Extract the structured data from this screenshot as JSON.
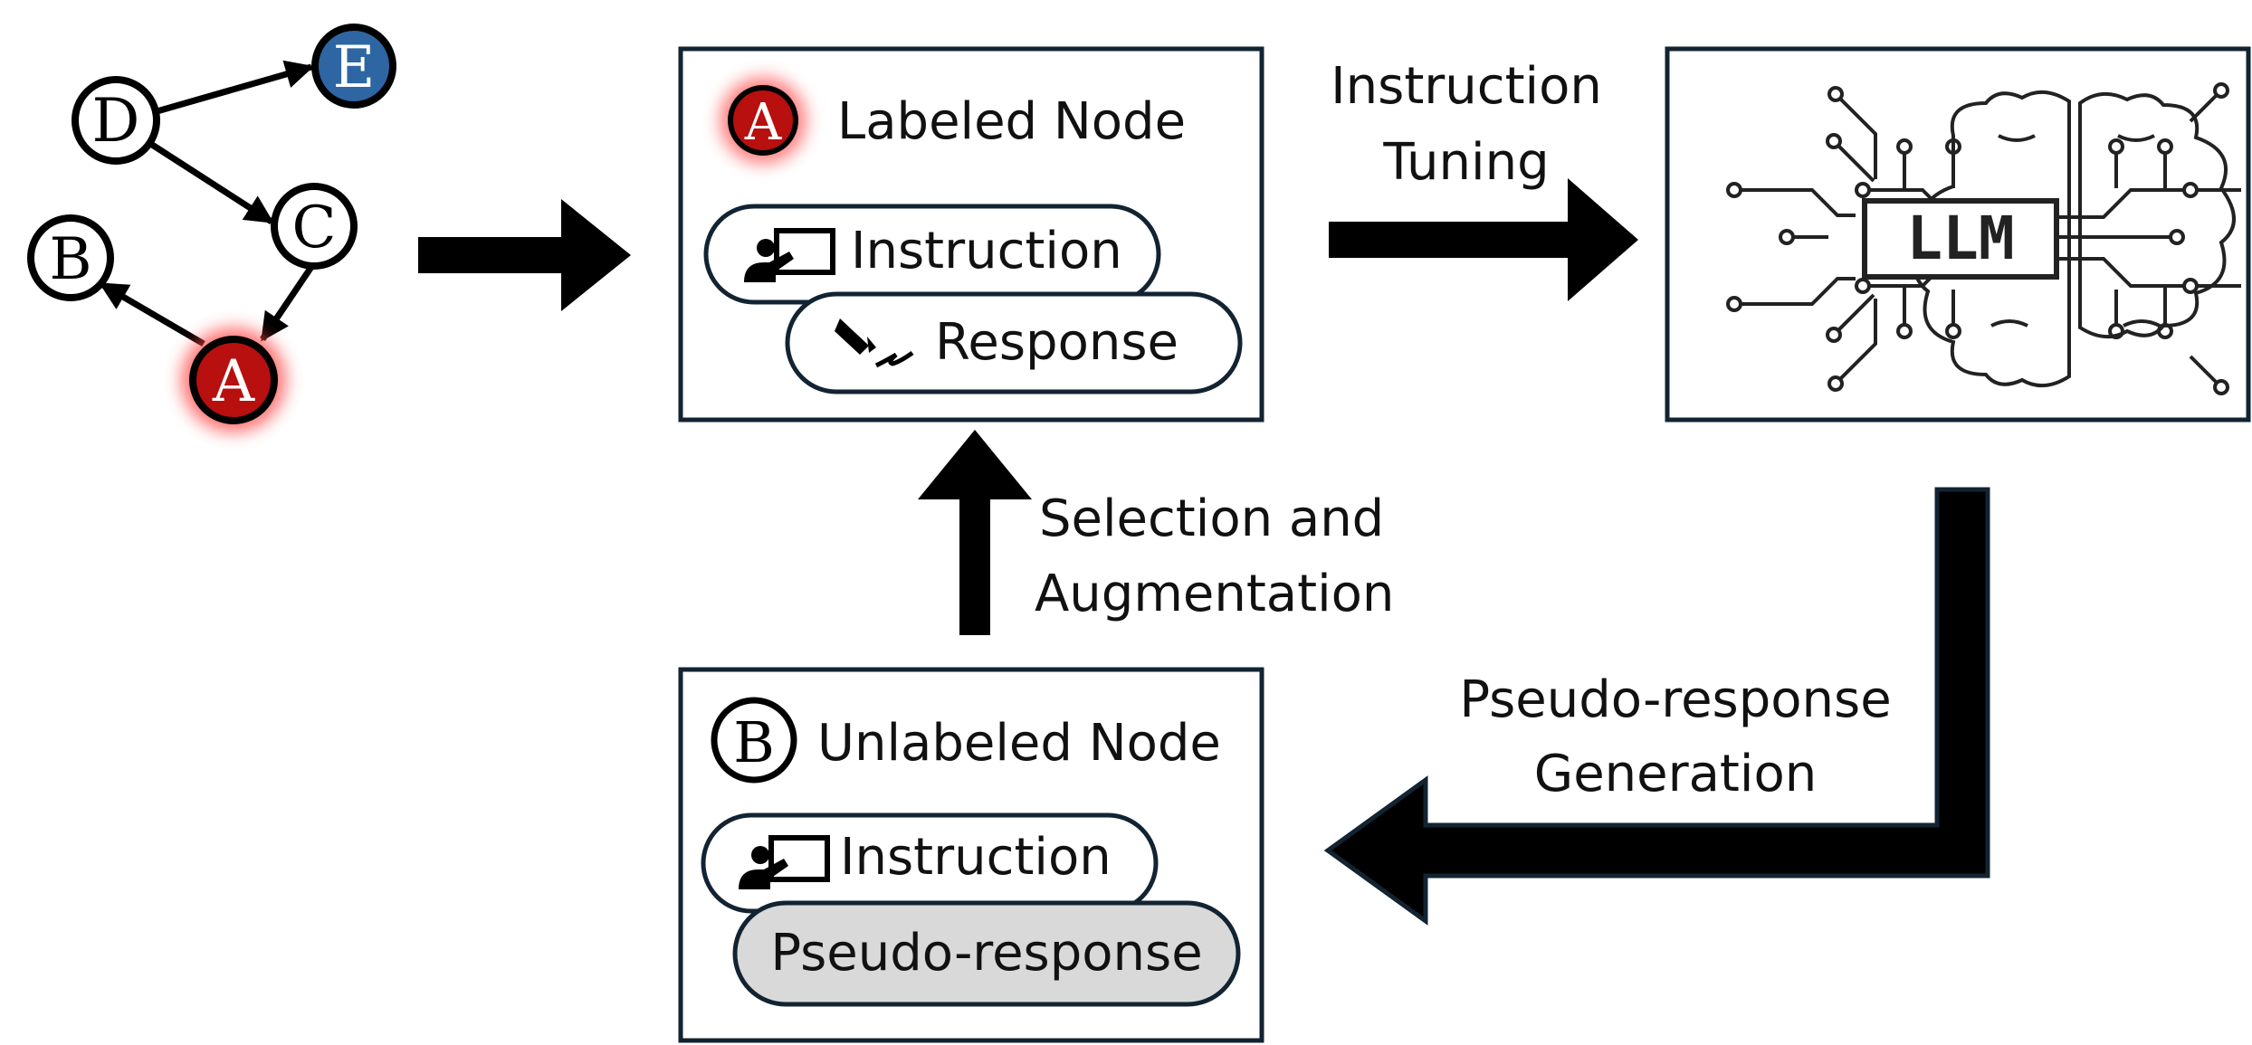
{
  "graph": {
    "nodes": [
      {
        "id": "D",
        "label": "D",
        "style": "plain"
      },
      {
        "id": "E",
        "label": "E",
        "style": "blue"
      },
      {
        "id": "C",
        "label": "C",
        "style": "plain"
      },
      {
        "id": "B",
        "label": "B",
        "style": "plain"
      },
      {
        "id": "A",
        "label": "A",
        "style": "red-glow"
      }
    ],
    "edges": [
      {
        "from": "D",
        "to": "E"
      },
      {
        "from": "D",
        "to": "C"
      },
      {
        "from": "C",
        "to": "A"
      },
      {
        "from": "A",
        "to": "B"
      }
    ]
  },
  "labeled_box": {
    "badge": "A",
    "title": "Labeled Node",
    "instruction": "Instruction",
    "response": "Response"
  },
  "llm_box": {
    "chip_label": "LLM"
  },
  "unlabeled_box": {
    "badge": "B",
    "title": "Unlabeled Node",
    "instruction": "Instruction",
    "pseudo_response": "Pseudo-response"
  },
  "arrows": {
    "tuning_line1": "Instruction",
    "tuning_line2": "Tuning",
    "selection_line1": "Selection and",
    "selection_line2": "Augmentation",
    "pseudo_line1": "Pseudo-response",
    "pseudo_line2": "Generation"
  },
  "colors": {
    "node_red": "#b80f0f",
    "node_blue": "#2e66a3",
    "glow": "#ff5a5a",
    "box_stroke": "#122332",
    "pill_gray": "#d9d9d9"
  }
}
